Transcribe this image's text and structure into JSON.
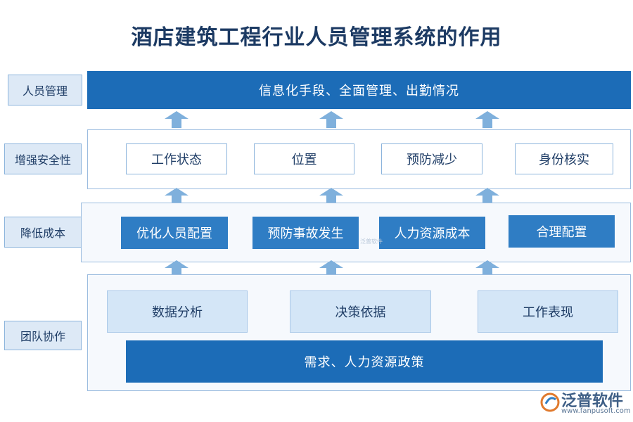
{
  "title": "酒店建筑工程行业人员管理系统的作用",
  "side_labels": [
    "人员管理",
    "增强安全性",
    "降低成本",
    "团队协作"
  ],
  "row1": {
    "bar": "信息化手段、全面管理、出勤情况"
  },
  "row2": {
    "boxes": [
      "工作状态",
      "位置",
      "预防减少",
      "身份核实"
    ]
  },
  "row3": {
    "boxes": [
      "优化人员配置",
      "预防事故发生",
      "人力资源成本",
      "合理配置"
    ]
  },
  "row4": {
    "boxes": [
      "数据分析",
      "决策依据",
      "工作表现"
    ],
    "bar": "需求、人力资源政策"
  },
  "watermark": {
    "brand": "泛普软件",
    "url": "www.fanpusoft.com",
    "center_text": "泛普软件"
  },
  "colors": {
    "dark_bar": "#1c6cb7",
    "solid_box": "#2f7dc4",
    "light_box": "#d4e6f7",
    "arrow": "#7fb0dc",
    "label_bg": "#dde9f6"
  }
}
